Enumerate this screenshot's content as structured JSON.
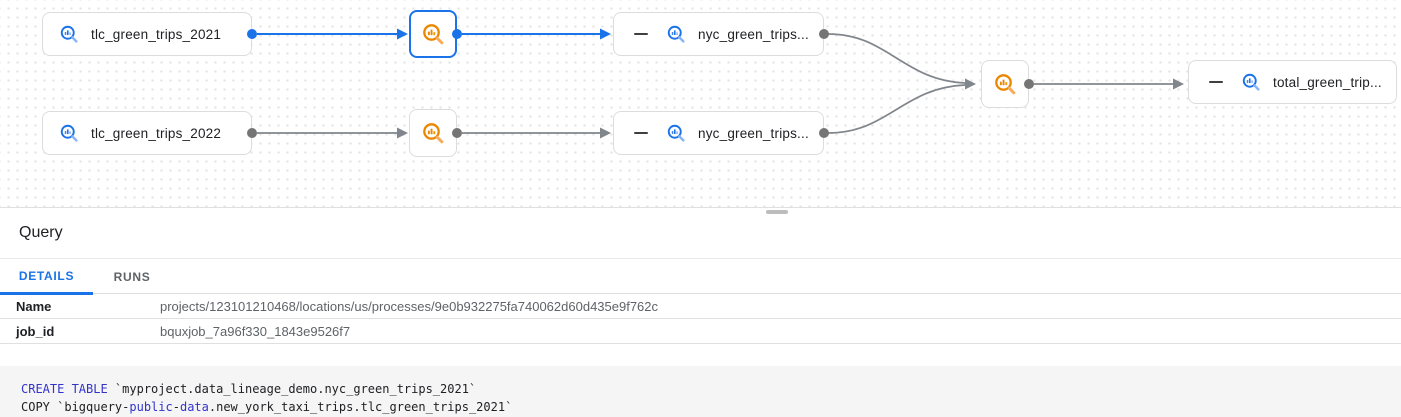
{
  "colors": {
    "accent": "#1a73e8",
    "bq-blue": "#1a73e8",
    "bq-blue-light": "#8ab4f8",
    "process-orange": "#ea8600",
    "process-orange-light": "#f9ab5c",
    "edge": "#80868b",
    "dot": "#757575",
    "border": "#dadce0",
    "divider": "#e0e0e0",
    "text": "#202124",
    "text-secondary": "#5f6368",
    "code-bg": "#f5f5f5",
    "code-keyword": "#3333cc",
    "graph-dot": "#e2e2e2"
  },
  "graph": {
    "nodes": [
      {
        "type": "table",
        "label": "tlc_green_trips_2021"
      },
      {
        "type": "process",
        "selected": true
      },
      {
        "type": "table",
        "label": "nyc_green_trips...",
        "collapsible": true
      },
      {
        "type": "table",
        "label": "tlc_green_trips_2022"
      },
      {
        "type": "process",
        "selected": false
      },
      {
        "type": "table",
        "label": "nyc_green_trips...",
        "collapsible": true
      },
      {
        "type": "process",
        "selected": false
      },
      {
        "type": "table",
        "label": "total_green_trip...",
        "collapsible": true
      }
    ]
  },
  "panel": {
    "title": "Query",
    "tabs": [
      {
        "label": "DETAILS",
        "active": true
      },
      {
        "label": "RUNS",
        "active": false
      }
    ],
    "details": [
      {
        "key": "Name",
        "value": "projects/123101210468/locations/us/processes/9e0b932275fa740062d60d435e9f762c"
      },
      {
        "key": "job_id",
        "value": "bquxjob_7a96f330_1843e9526f7"
      }
    ]
  },
  "code": {
    "lines": [
      {
        "tokens": [
          {
            "type": "keyword",
            "text": "CREATE TABLE"
          },
          {
            "type": "plain",
            "text": " `myproject.data_lineage_demo.nyc_green_trips_2021`"
          }
        ]
      },
      {
        "tokens": [
          {
            "type": "plain",
            "text": "COPY `bigquery-"
          },
          {
            "type": "keyword",
            "text": "public"
          },
          {
            "type": "plain",
            "text": "-"
          },
          {
            "type": "keyword",
            "text": "data"
          },
          {
            "type": "plain",
            "text": ".new_york_taxi_trips.tlc_green_trips_2021`"
          }
        ]
      }
    ]
  }
}
